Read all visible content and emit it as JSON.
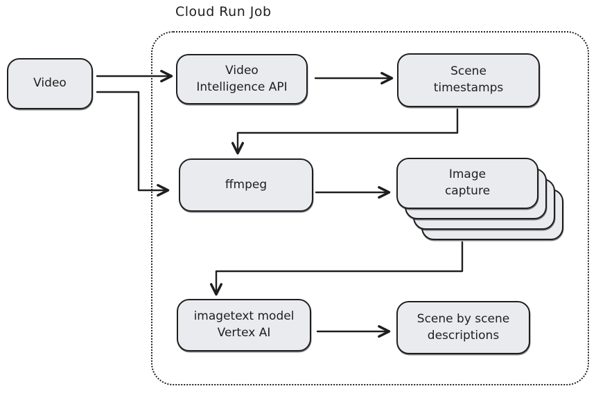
{
  "diagram": {
    "title": "Cloud Run Job",
    "colors": {
      "node_fill": "#e9ebee",
      "stroke": "#1e1e1e",
      "background": "#ffffff"
    },
    "container": {
      "label": "Cloud Run Job",
      "style": "dotted-rounded"
    },
    "nodes": {
      "video": {
        "label": "Video"
      },
      "video_intelligence_api": {
        "label": "Video\nIntelligence API"
      },
      "scene_timestamps": {
        "label": "Scene\ntimestamps"
      },
      "ffmpeg": {
        "label": "ffmpeg"
      },
      "image_capture": {
        "label": "Image\ncapture",
        "stack_count": 4
      },
      "imagetext_model": {
        "label": "imagetext model\nVertex AI"
      },
      "scene_descriptions": {
        "label": "Scene by scene\ndescriptions"
      }
    },
    "edges": [
      {
        "from": "video",
        "to": "video_intelligence_api"
      },
      {
        "from": "video",
        "to": "ffmpeg"
      },
      {
        "from": "video_intelligence_api",
        "to": "scene_timestamps"
      },
      {
        "from": "scene_timestamps",
        "to": "ffmpeg"
      },
      {
        "from": "ffmpeg",
        "to": "image_capture"
      },
      {
        "from": "image_capture",
        "to": "imagetext_model"
      },
      {
        "from": "imagetext_model",
        "to": "scene_descriptions"
      }
    ]
  }
}
